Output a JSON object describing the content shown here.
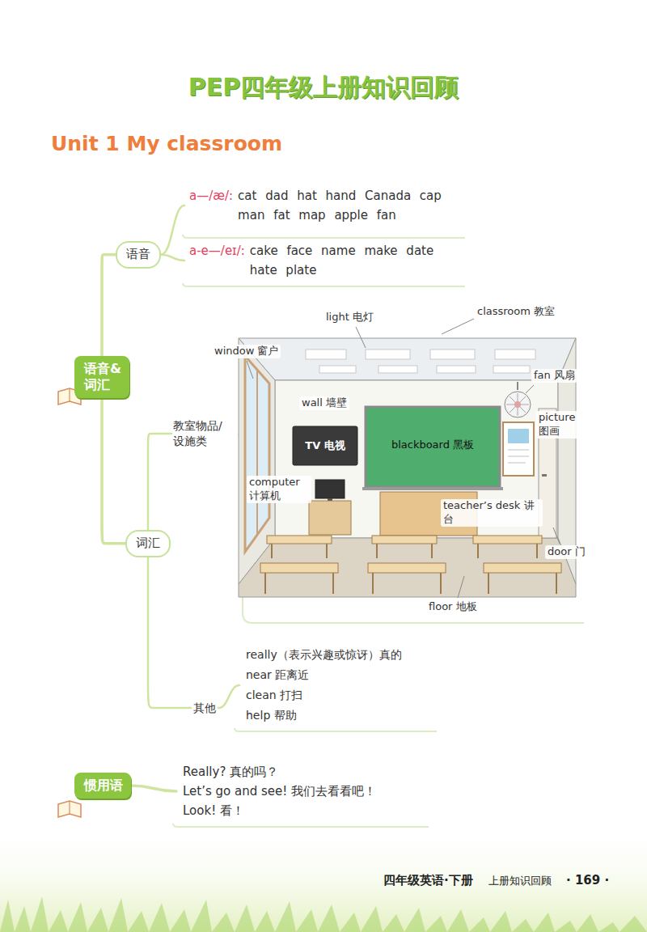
{
  "diagram": {
    "title": "PEP四年级上册知识回顾",
    "nodes": [
      {
        "text": [
          "语音&词汇"
        ]
      },
      {
        "text": [
          "语音"
        ]
      },
      {
        "text": [
          "a—/æ/:",
          "cat dad hat hand Canada cap man fat map apple fan"
        ]
      },
      {
        "text": [
          "a-e—/eɪ/:",
          "cake face name make date hate plate"
        ]
      },
      {
        "text": [
          "词汇"
        ]
      },
      {
        "text": [
          "教室物品/设施类"
        ]
      },
      {
        "text": [
          "其他"
        ]
      },
      {
        "text": [
          "really（表示兴趣或惊讶）真的",
          "near 距离近",
          "clean 打扫",
          "help 帮助"
        ]
      },
      {
        "text": [
          "惯用语"
        ]
      },
      {
        "text": [
          "Really? 真的吗？",
          "Let’s go and see! 我们去看看吧！",
          "Look! 看！"
        ]
      }
    ],
    "edges": [
      {
        "from": 0,
        "to": 1,
        "arrow": "none"
      },
      {
        "from": 1,
        "to": 2,
        "arrow": "none"
      },
      {
        "from": 1,
        "to": 3,
        "arrow": "none"
      },
      {
        "from": 0,
        "to": 4,
        "arrow": "none"
      },
      {
        "from": 4,
        "to": 5,
        "arrow": "none"
      },
      {
        "from": 4,
        "to": 6,
        "arrow": "none"
      },
      {
        "from": 6,
        "to": 7,
        "arrow": "none"
      },
      {
        "from": 8,
        "to": 9,
        "arrow": "none"
      }
    ],
    "labels": [
      "Unit 1 My classroom",
      "light 电灯",
      "classroom 教室",
      "window 窗户",
      "fan 风扇",
      "wall 墙壁",
      "picture 图画",
      "TV 电视",
      "blackboard 黑板",
      "computer 计算机",
      "teacher’s desk 讲台",
      "door 门",
      "floor 地板",
      "四年级英语·下册",
      "上册知识回顾",
      "· 169 ·"
    ]
  }
}
